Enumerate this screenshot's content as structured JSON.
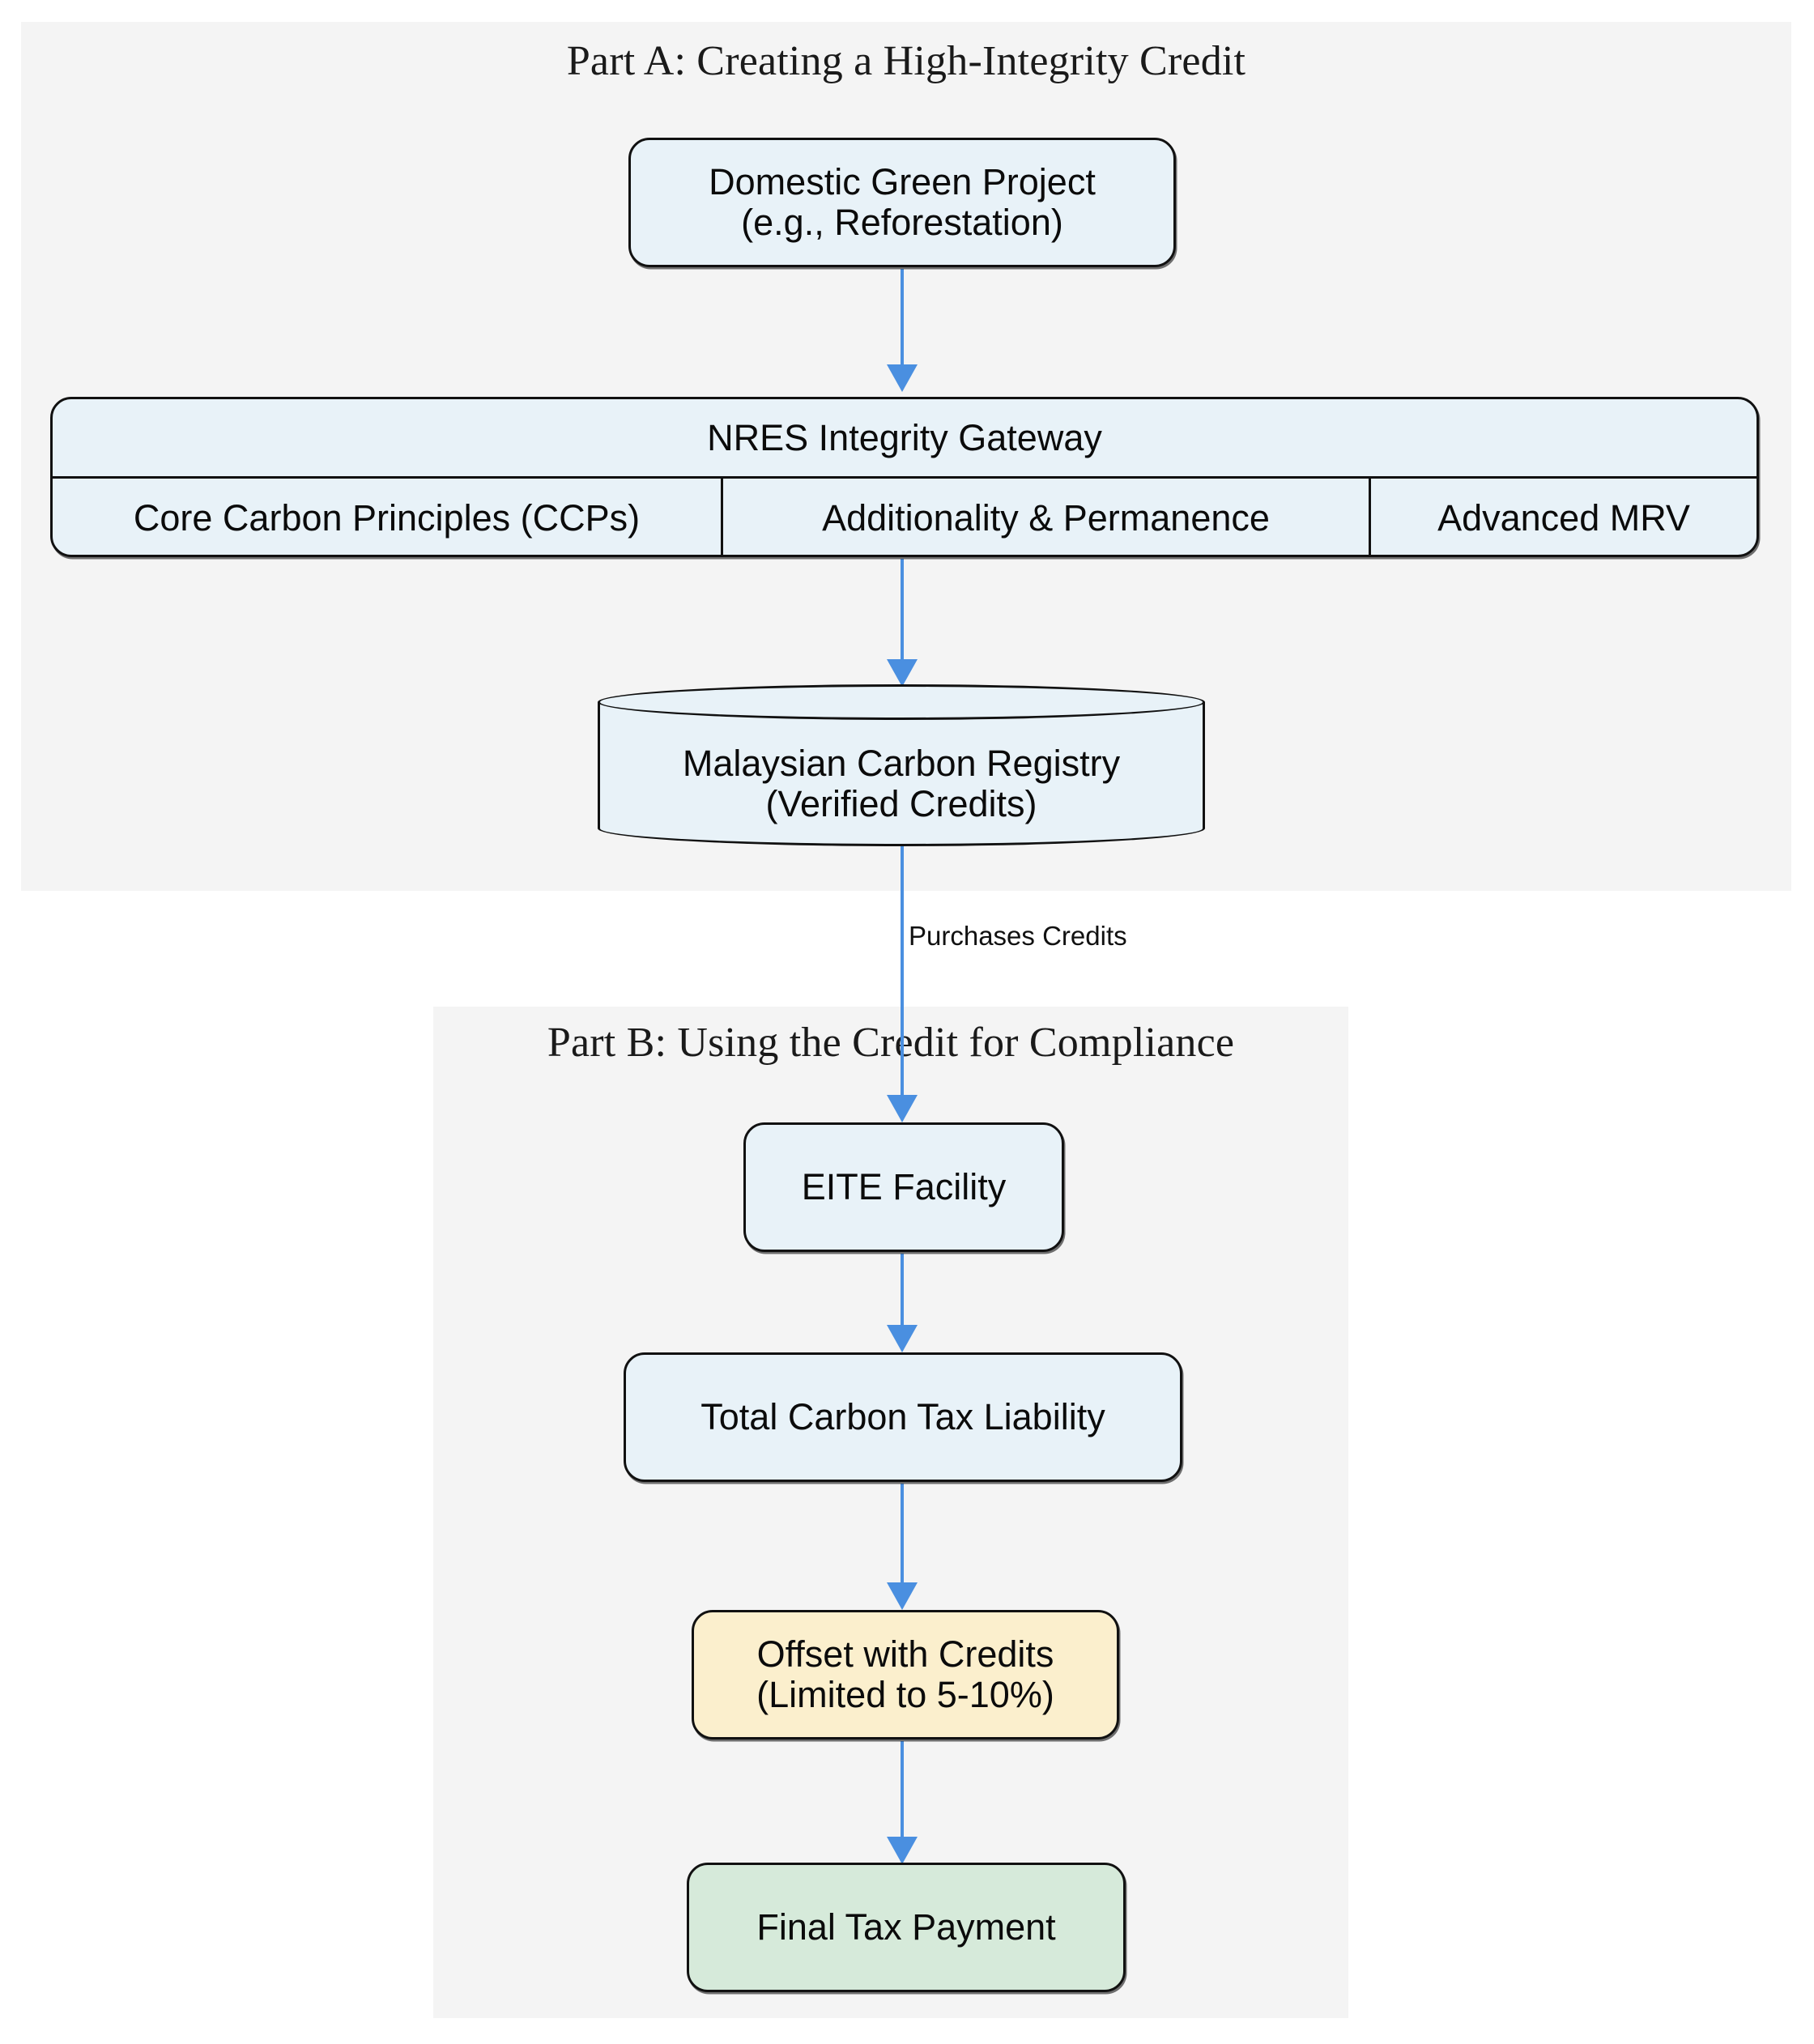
{
  "diagram": {
    "background": "#ffffff",
    "accent_edge_color": "#4a8fe0",
    "node_fill_default": "#e8f2f8",
    "node_fill_warning": "#fbefcd",
    "node_fill_success": "#d6eada",
    "subgraph_fill": "#f4f4f4",
    "border_color": "#111111"
  },
  "part_a": {
    "title": "Part A: Creating a High-Integrity Credit",
    "nodes": {
      "project": {
        "line1": "Domestic Green Project",
        "line2": "(e.g., Reforestation)"
      },
      "gateway": {
        "header": "NRES Integrity Gateway",
        "cells": [
          "Core Carbon Principles (CCPs)",
          "Additionality & Permanence",
          "Advanced MRV"
        ]
      },
      "registry": {
        "line1": "Malaysian Carbon Registry",
        "line2": "(Verified Credits)"
      }
    }
  },
  "part_b": {
    "title": "Part B: Using the Credit for Compliance",
    "nodes": {
      "eite": {
        "line1": "EITE Facility"
      },
      "liability": {
        "line1": "Total Carbon Tax Liability"
      },
      "offset": {
        "line1": "Offset with Credits",
        "line2": "(Limited to 5-10%)"
      },
      "final": {
        "line1": "Final Tax Payment"
      }
    }
  },
  "edges": {
    "project_to_gateway": {
      "label": ""
    },
    "gateway_to_registry": {
      "label": ""
    },
    "registry_to_eite": {
      "label": "Purchases Credits"
    },
    "eite_to_liability": {
      "label": ""
    },
    "liability_to_offset": {
      "label": ""
    },
    "offset_to_final": {
      "label": ""
    }
  }
}
